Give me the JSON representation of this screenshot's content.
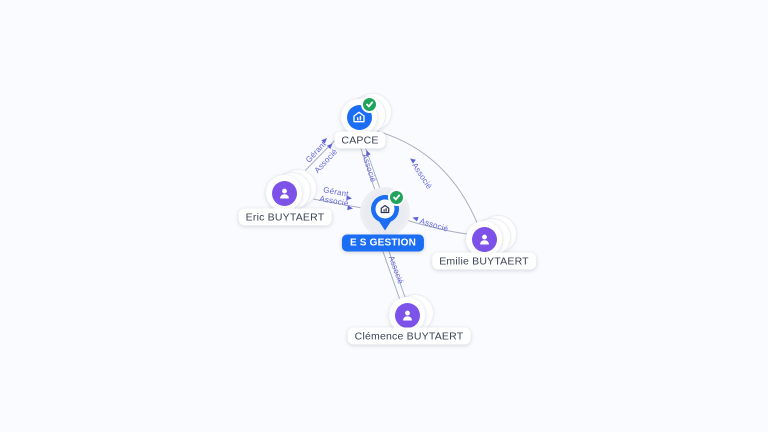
{
  "graph": {
    "tool": "company-network-graph",
    "nodes": [
      {
        "id": "capce",
        "type": "company",
        "label": "CAPCE",
        "verified": true
      },
      {
        "id": "eric",
        "type": "person",
        "label": "Eric BUYTAERT"
      },
      {
        "id": "esgestion",
        "type": "company",
        "label": "E S GESTION",
        "verified": true,
        "selected": true
      },
      {
        "id": "emilie",
        "type": "person",
        "label": "Emilie BUYTAERT"
      },
      {
        "id": "clemence",
        "type": "person",
        "label": "Clémence BUYTAERT"
      }
    ],
    "edges": [
      {
        "from": "Eric BUYTAERT",
        "to": "CAPCE",
        "labels": [
          "Gérant",
          "Associé"
        ]
      },
      {
        "from": "Eric BUYTAERT",
        "to": "E S GESTION",
        "labels": [
          "Gérant",
          "Associé"
        ]
      },
      {
        "from": "E S GESTION",
        "to": "CAPCE",
        "labels": [
          "Associé"
        ]
      },
      {
        "from": "Emilie BUYTAERT",
        "to": "CAPCE",
        "labels": [
          "Associé"
        ]
      },
      {
        "from": "Emilie BUYTAERT",
        "to": "E S GESTION",
        "labels": [
          "Associé"
        ]
      },
      {
        "from": "Clémence BUYTAERT",
        "to": "E S GESTION",
        "labels": [
          "Associé"
        ]
      }
    ],
    "colors": {
      "background": "#fafbfe",
      "company_blue": "#1b6ef3",
      "person_purple": "#7c52e8",
      "verified_green": "#1ea45b",
      "edge_line": "#9aa2b6",
      "edge_label": "#6366d9",
      "node_label_text": "#3a4254"
    }
  }
}
